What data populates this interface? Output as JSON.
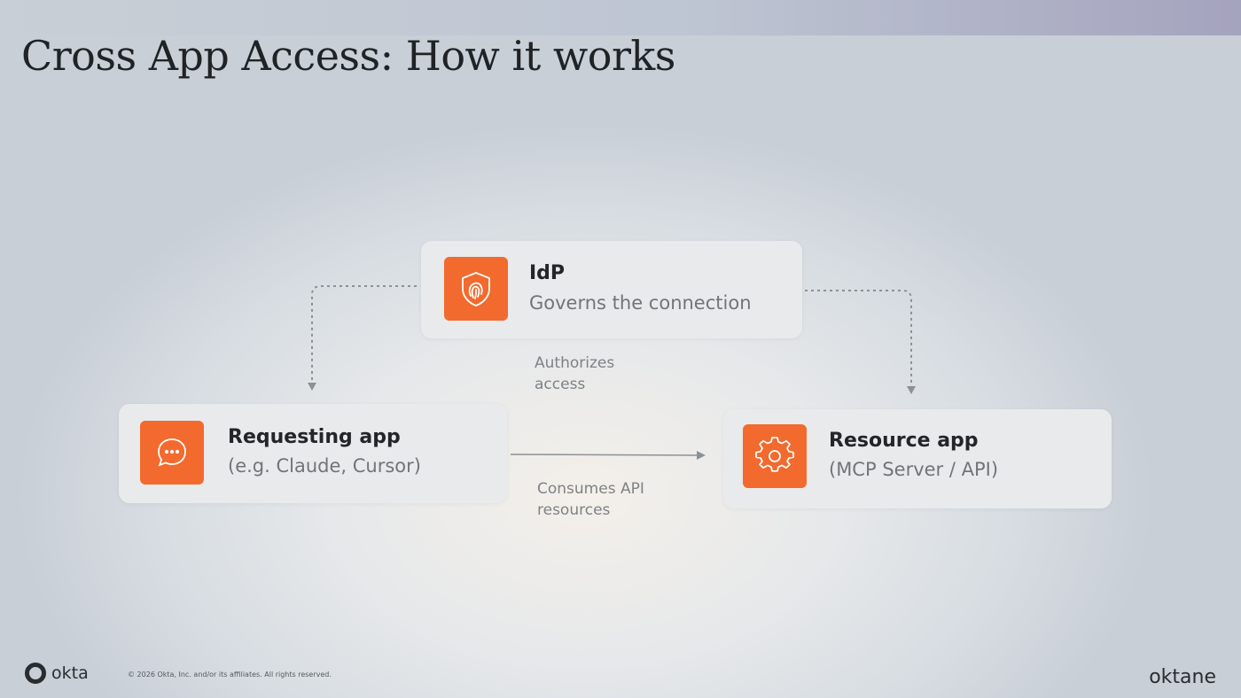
{
  "slide": {
    "title": "Cross App Access: How it works"
  },
  "nodes": {
    "idp": {
      "title": "IdP",
      "subtitle": "Governs the connection",
      "icon": "shield-fingerprint-icon"
    },
    "requesting": {
      "title": "Requesting app",
      "subtitle": "(e.g. Claude, Cursor)",
      "icon": "chat-bubble-icon"
    },
    "resource": {
      "title": "Resource app",
      "subtitle": "(MCP Server / API)",
      "icon": "gear-icon"
    }
  },
  "edges": {
    "authorizes": "Authorizes\naccess",
    "consumes": "Consumes API\nresources"
  },
  "footer": {
    "logo_text": "okta",
    "copyright": "© 2026 Okta, Inc. and/or its affiliates. All rights reserved.",
    "event": "oktane"
  },
  "colors": {
    "accent": "#f26a2e",
    "card": "#e9eaeb",
    "text": "#222629",
    "muted": "#70757a"
  }
}
